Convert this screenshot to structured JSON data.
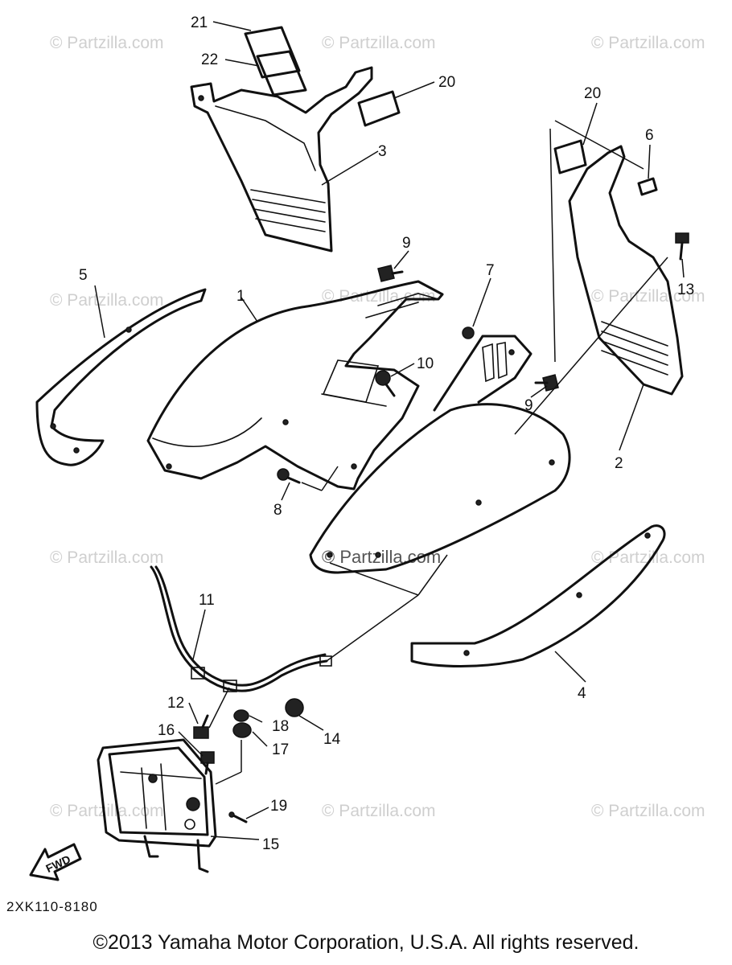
{
  "watermark": "© Partzilla.com",
  "center_watermark": "© Partzilla.com",
  "diagram_code": "2XK110-8180",
  "copyright": "©2013  Yamaha Motor Corporation, U.S.A. All rights reserved.",
  "fwd_label": "FWD",
  "callouts": {
    "c1": "1",
    "c2": "2",
    "c3": "3",
    "c4": "4",
    "c5": "5",
    "c6": "6",
    "c7": "7",
    "c8": "8",
    "c9a": "9",
    "c9b": "9",
    "c10": "10",
    "c11": "11",
    "c12": "12",
    "c13": "13",
    "c14": "14",
    "c15": "15",
    "c16": "16",
    "c17": "17",
    "c18": "18",
    "c19": "19",
    "c20a": "20",
    "c20b": "20",
    "c21": "21",
    "c22": "22"
  }
}
